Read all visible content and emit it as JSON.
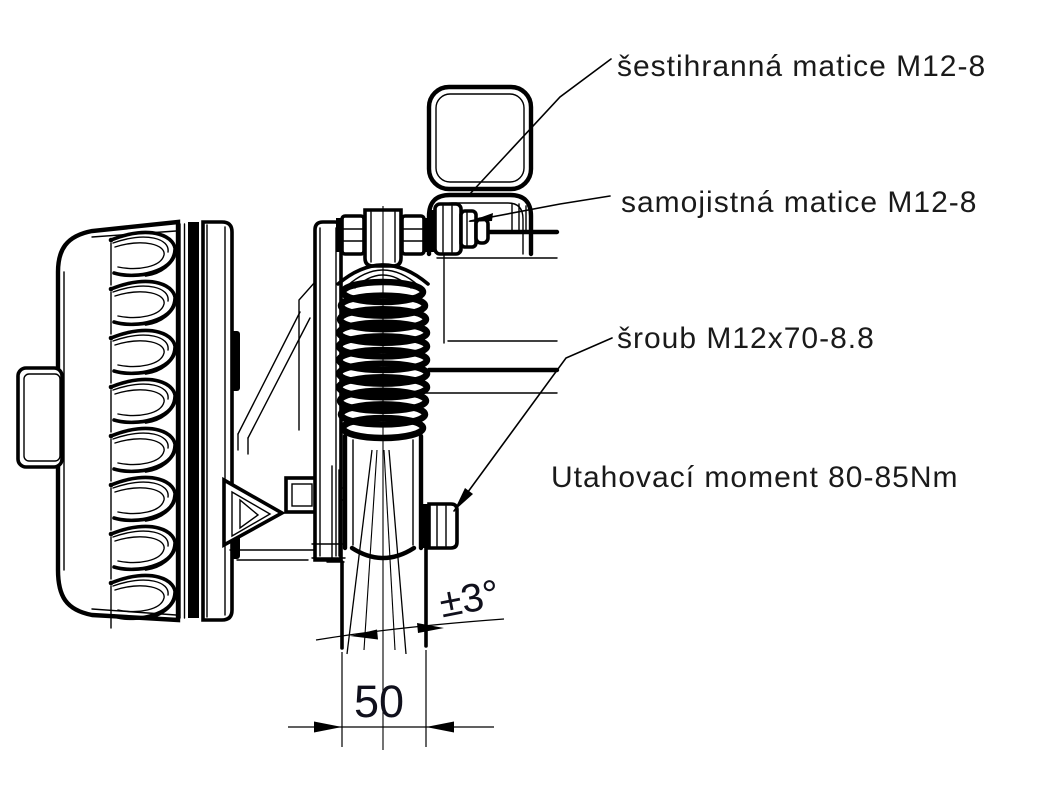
{
  "labels": {
    "hex_nut": "šestihranná matice M12-8",
    "lock_nut": "samojistná matice M12-8",
    "bolt": "šroub M12x70-8.8",
    "torque_note": "Utahovací moment 80-85Nm"
  },
  "dimensions": {
    "angle_tolerance": "±3°",
    "width": "50"
  },
  "colors": {
    "line": "#000000",
    "text": "#1a1a1a",
    "background": "#ffffff"
  }
}
